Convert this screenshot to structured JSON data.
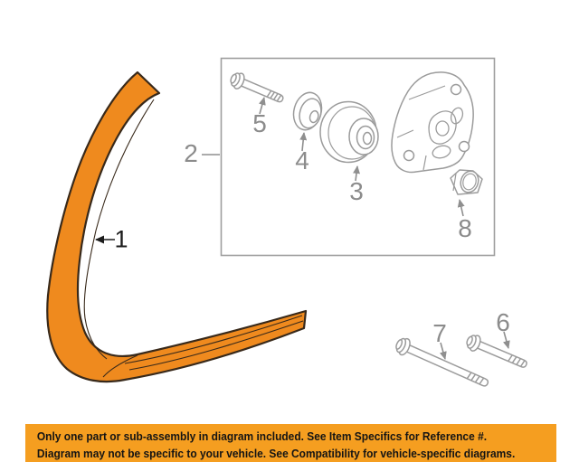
{
  "part_labels": {
    "p1": "1",
    "p2": "2",
    "p3": "3",
    "p4": "4",
    "p5": "5",
    "p6": "6",
    "p7": "7",
    "p8": "8"
  },
  "banner": {
    "line1": "Only one part or sub-assembly in diagram included. See Item Specifics for Reference #.",
    "line2": "Diagram may not be specific to your vehicle. See Compatibility for vehicle-specific diagrams."
  },
  "colors": {
    "background": "#ffffff",
    "belt_fill": "#ef8a1e",
    "belt_outline": "#38291a",
    "line_art": "#9b9b9b",
    "label_gray": "#8c8c8c",
    "label_black": "#1c1c1c",
    "banner_bg": "#f59e20",
    "banner_text": "#141414"
  }
}
